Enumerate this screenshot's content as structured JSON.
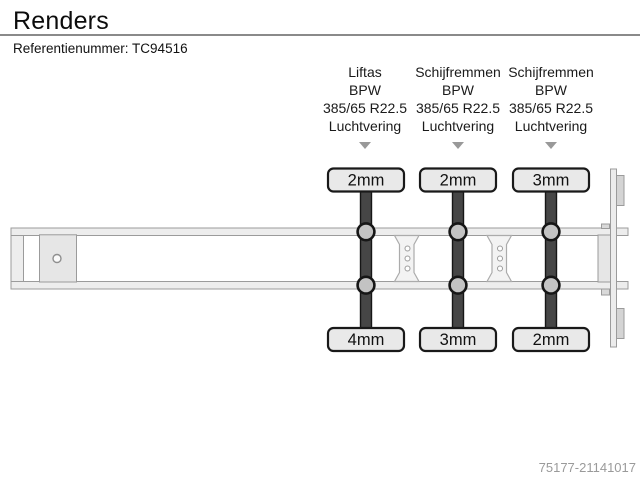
{
  "header": {
    "title": "Renders",
    "reference": "Referentienummer: TC94516"
  },
  "axle_columns": [
    {
      "feature": "Liftas",
      "brand": "BPW",
      "tire_size": "385/65 R22.5",
      "suspension": "Luchtvering",
      "tread_top": "2mm",
      "tread_bottom": "4mm"
    },
    {
      "feature": "Schijfremmen",
      "brand": "BPW",
      "tire_size": "385/65 R22.5",
      "suspension": "Luchtvering",
      "tread_top": "2mm",
      "tread_bottom": "3mm"
    },
    {
      "feature": "Schijfremmen",
      "brand": "BPW",
      "tire_size": "385/65 R22.5",
      "suspension": "Luchtvering",
      "tread_top": "3mm",
      "tread_bottom": "2mm"
    }
  ],
  "footer": {
    "listing_id": "75177-21141017"
  },
  "colors": {
    "divider": "#8a8a8a",
    "muted_text": "#9a9a9a",
    "axle_dark": "#464646",
    "hub_gray": "#c3c3c3",
    "chassis_light": "#ededed"
  }
}
